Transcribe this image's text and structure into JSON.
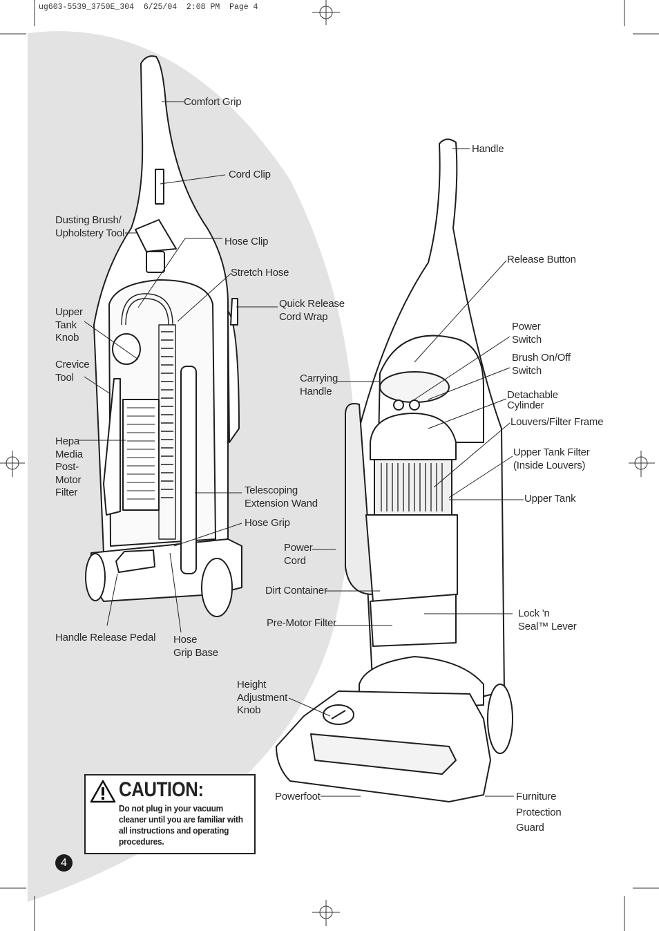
{
  "print_header": "ug603-5539_3750E_304  6/25/04  2:08 PM  Page 4",
  "labels": {
    "comfort_grip": "Comfort Grip",
    "cord_clip": "Cord Clip",
    "dusting_brush": "Dusting Brush/\nUpholstery Tool",
    "hose_clip": "Hose Clip",
    "stretch_hose": "Stretch Hose",
    "quick_release": "Quick Release\nCord Wrap",
    "upper_tank_knob": "Upper\nTank\nKnob",
    "crevice_tool": "Crevice\nTool",
    "hepa_filter": "Hepa\nMedia\nPost-\nMotor\nFilter",
    "telescoping_wand": "Telescoping\nExtension Wand",
    "hose_grip": "Hose Grip",
    "handle_release_pedal": "Handle Release Pedal",
    "hose_grip_base": "Hose\nGrip Base",
    "handle": "Handle",
    "release_button": "Release Button",
    "power_switch": "Power\nSwitch",
    "brush_switch": "Brush On/Off\nSwitch",
    "detachable_cylinder": "Detachable\nCylinder",
    "louvers_filter_frame": "Louvers/Filter Frame",
    "upper_tank_filter": "Upper Tank Filter\n(Inside Louvers)",
    "upper_tank": "Upper Tank",
    "carrying_handle": "Carrying\nHandle",
    "power_cord": "Power\nCord",
    "dirt_container": "Dirt Container",
    "pre_motor_filter": "Pre-Motor Filter",
    "lock_seal_lever": "Lock 'n\nSeal™ Lever",
    "height_adjustment_knob": "Height\nAdjustment\nKnob",
    "powerfoot": "Powerfoot",
    "furniture_guard": "Furniture\nProtection\nGuard"
  },
  "caution": {
    "title": "CAUTION:",
    "body": "Do not plug in your vacuum cleaner until you are familiar with all instructions and operating procedures."
  },
  "page_number": "4"
}
